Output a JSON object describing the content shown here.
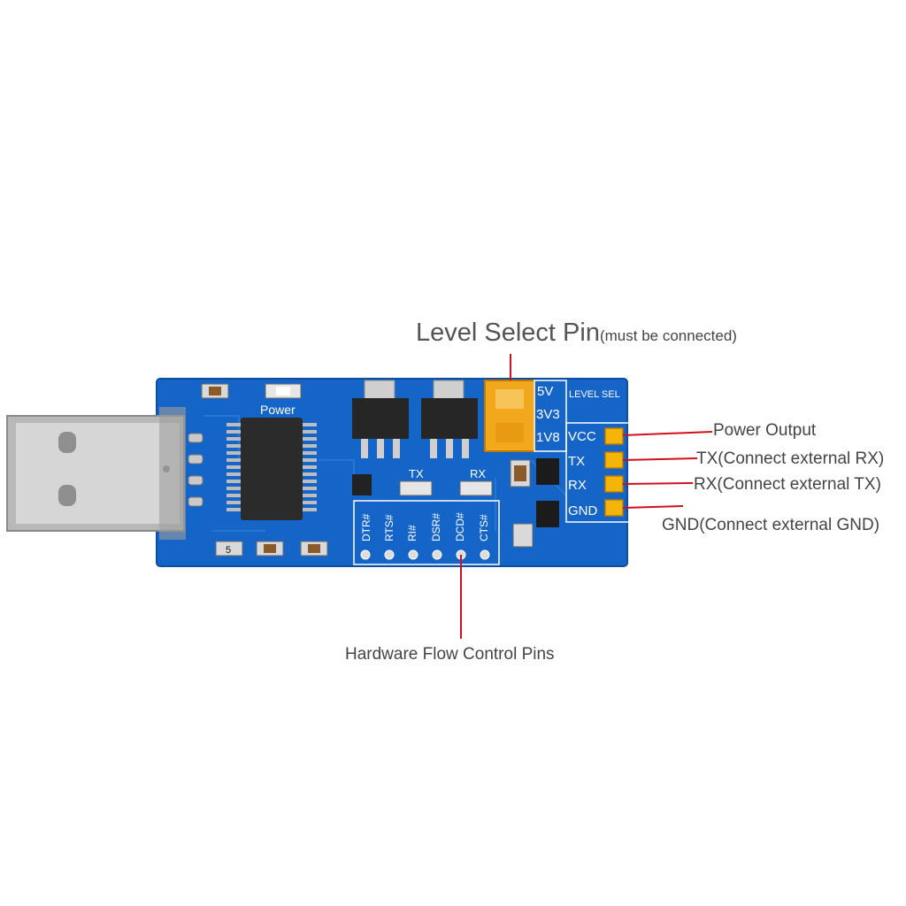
{
  "board": {
    "color": "#1565c8",
    "power_label": "Power",
    "led_tx_label": "TX",
    "led_rx_label": "RX",
    "resistor_code": "5",
    "flow_pins": [
      "DTR#",
      "RTS#",
      "RI#",
      "DSR#",
      "DCD#",
      "CTS#"
    ],
    "level_options": [
      "5V",
      "3V3",
      "1V8"
    ],
    "level_sel_label": "LEVEL SEL",
    "header_pins": [
      "VCC",
      "TX",
      "RX",
      "GND"
    ]
  },
  "callouts": {
    "level_select": "Level Select Pin",
    "level_select_note": "(must be connected)",
    "power_output": "Power Output",
    "tx": "TX(Connect external RX)",
    "rx": "RX(Connect external TX)",
    "gnd": "GND(Connect external GND)",
    "flow_control": "Hardware Flow Control Pins"
  },
  "colors": {
    "leader_line": "#d0101c",
    "jumper": "#f2a81d",
    "pin_header": "#f5b40a"
  }
}
